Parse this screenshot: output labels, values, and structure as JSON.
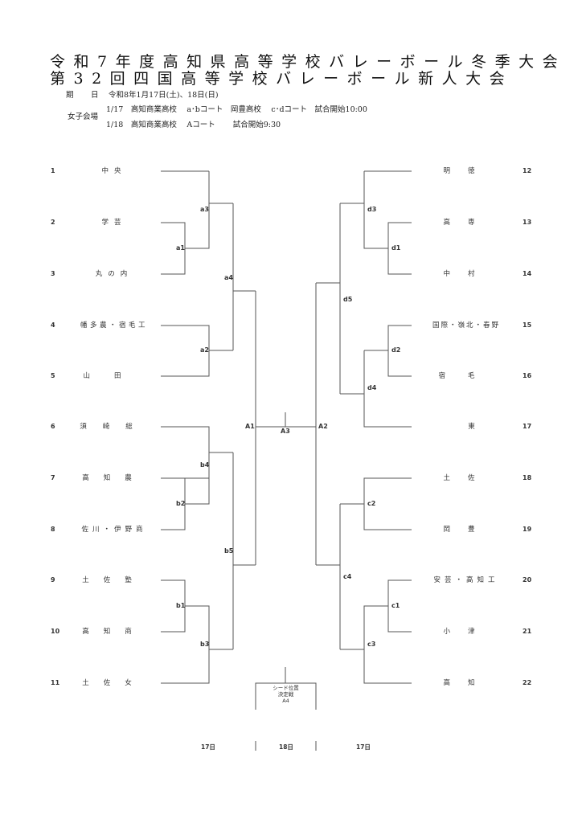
{
  "title": {
    "line1": "令和7年度高知県高等学校バレーボール冬季大会",
    "line2": "第32回四国高等学校バレーボール新人大会"
  },
  "info": {
    "date_label": "期　日",
    "date_value": "令和8年1月17日(土)、18日(日)",
    "venue_label": "女子会場",
    "venue_day1": "1/17　高知商業高校　 a･bコート　岡豊高校　 c･dコート　試合開始10:00",
    "venue_day2": "1/18　高知商業高校　 Aコート　　 試合開始9:30"
  },
  "left_teams": [
    {
      "seed": "1",
      "name": "中央"
    },
    {
      "seed": "2",
      "name": "学芸"
    },
    {
      "seed": "3",
      "name": "丸の内"
    },
    {
      "seed": "4",
      "name": "幡多農・宿毛工"
    },
    {
      "seed": "5",
      "name": "山田"
    },
    {
      "seed": "6",
      "name": "須崎総"
    },
    {
      "seed": "7",
      "name": "高知農"
    },
    {
      "seed": "8",
      "name": "佐川・伊野商"
    },
    {
      "seed": "9",
      "name": "土佐塾"
    },
    {
      "seed": "10",
      "name": "高知商"
    },
    {
      "seed": "11",
      "name": "土佐女"
    }
  ],
  "right_teams": [
    {
      "seed": "12",
      "name": "明徳"
    },
    {
      "seed": "13",
      "name": "高専"
    },
    {
      "seed": "14",
      "name": "中村"
    },
    {
      "seed": "15",
      "name": "国際・嶺北・春野"
    },
    {
      "seed": "16",
      "name": "宿毛"
    },
    {
      "seed": "17",
      "name": "東"
    },
    {
      "seed": "18",
      "name": "土佐"
    },
    {
      "seed": "19",
      "name": "岡豊"
    },
    {
      "seed": "20",
      "name": "安芸・高知工"
    },
    {
      "seed": "21",
      "name": "小津"
    },
    {
      "seed": "22",
      "name": "高知"
    }
  ],
  "match_labels": {
    "a1": "a1",
    "a2": "a2",
    "a3": "a3",
    "a4": "a4",
    "b1": "b1",
    "b2": "b2",
    "b3": "b3",
    "b4": "b4",
    "b5": "b5",
    "c1": "c1",
    "c2": "c2",
    "c3": "c3",
    "c4": "c4",
    "d1": "d1",
    "d2": "d2",
    "d3": "d3",
    "d4": "d4",
    "d5": "d5",
    "A1": "A1",
    "A2": "A2",
    "A3": "A3"
  },
  "seed_match": {
    "line1": "シード位置",
    "line2": "決定戦",
    "line3": "A4"
  },
  "footer": {
    "left_day": "17日",
    "center_day": "18日",
    "right_day": "17日"
  }
}
